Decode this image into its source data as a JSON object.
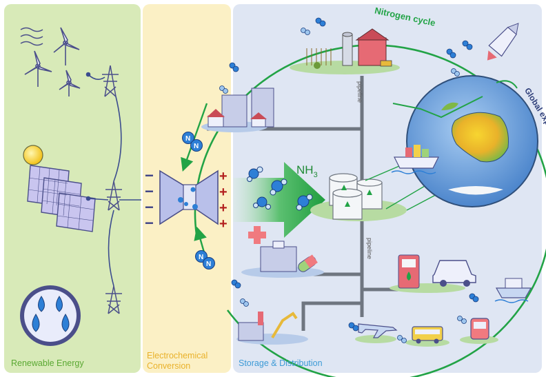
{
  "panels": {
    "renewable": "Renewable Energy",
    "electrochemical": "Electrochemical Conversion",
    "storage": "Storage & Distribution"
  },
  "labels": {
    "nitrogen_cycle": "Nitrogen cycle",
    "global_export": "Global export",
    "pipeline_top": "pipeline",
    "pipeline_bottom": "pipeline",
    "ammonia": "NH",
    "ammonia_sub": "3",
    "n_atom": "N"
  },
  "charges": {
    "negative": "−",
    "positive": "+"
  },
  "colors": {
    "renewable_bg": "#d8eab8",
    "electro_bg": "#fbf0c5",
    "storage_bg": "#dfe6f3",
    "cycle_green": "#22a346",
    "pipe_grey": "#6f7680",
    "molecule_blue": "#2d7fd6",
    "negative_blue": "#3a3f86",
    "positive_red": "#b3201f"
  },
  "icons": [
    "wind-turbine-icon",
    "solar-panel-icon",
    "sun-icon",
    "hydro-wheel-icon",
    "transmission-tower-icon",
    "electrolyzer-icon",
    "nitrogen-molecule-icon",
    "farm-icon",
    "city-buildings-icon",
    "storage-tank-icon",
    "hospital-icon",
    "pill-icon",
    "fuel-pump-icon",
    "car-icon",
    "ship-icon",
    "cargo-ship-icon",
    "airplane-icon",
    "bus-icon",
    "train-icon",
    "factory-icon",
    "globe-icon",
    "space-shuttle-icon"
  ]
}
